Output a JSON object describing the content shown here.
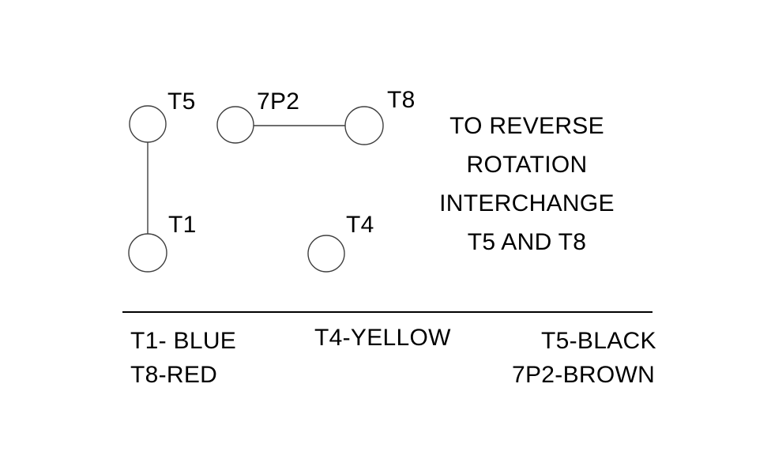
{
  "colors": {
    "background": "#ffffff",
    "ink": "#000000",
    "line": "#3f3f3f"
  },
  "diagram": {
    "terminals": {
      "t5": "T5",
      "p7p2": "7P2",
      "t8": "T8",
      "t1": "T1",
      "t4": "T4"
    },
    "connections": [
      "T5-T1",
      "7P2-T8"
    ],
    "note": {
      "lines": [
        "TO REVERSE",
        "ROTATION",
        "INTERCHANGE",
        "T5 AND T8"
      ]
    }
  },
  "legend": {
    "t1": "T1- BLUE",
    "t4": "T4-YELLOW",
    "t5": "T5-BLACK",
    "t8": "T8-RED",
    "p7p2": "7P2-BROWN"
  }
}
